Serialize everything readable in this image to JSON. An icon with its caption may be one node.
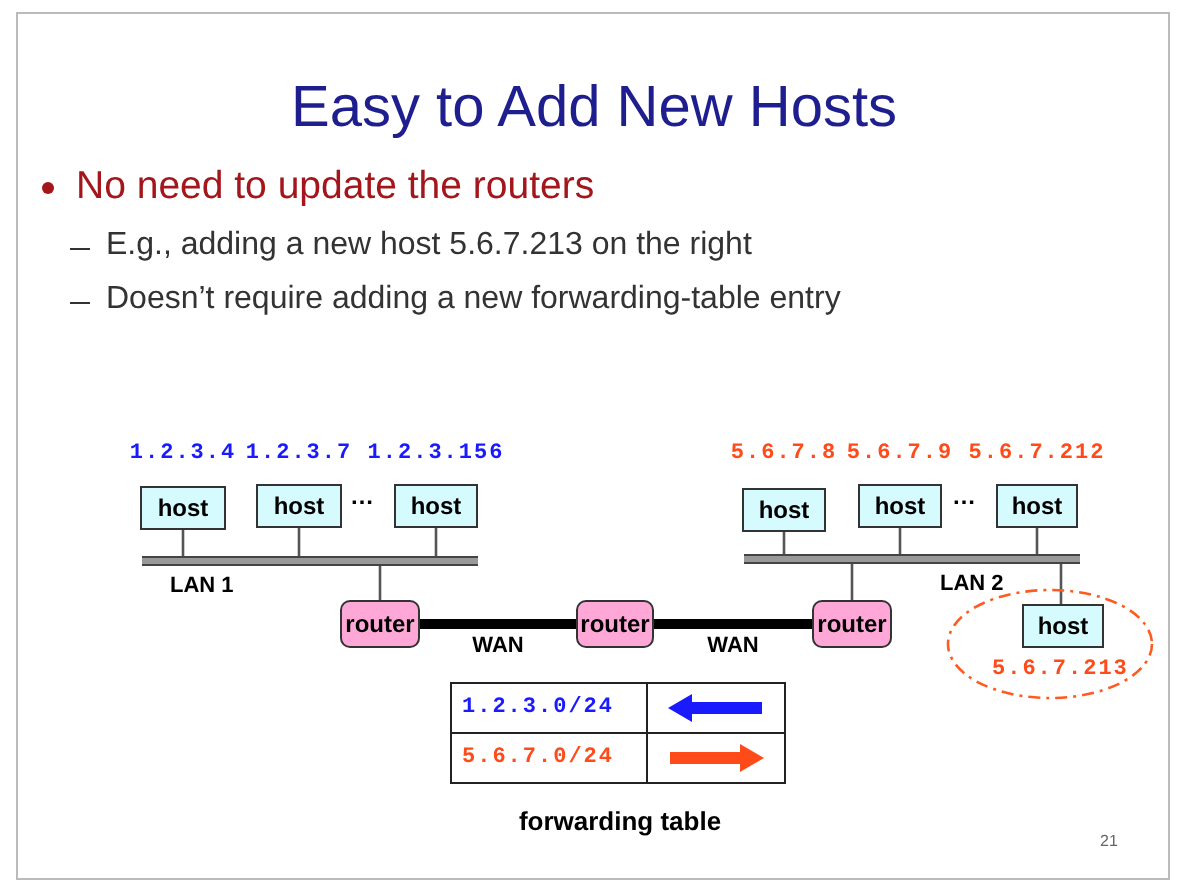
{
  "diagram": {
    "title": "Easy to Add New Hosts",
    "nodes": [
      {
        "text": [
          "host"
        ],
        "beside": [
          "1.2.3.4"
        ]
      },
      {
        "text": [
          "host"
        ],
        "beside": [
          "1.2.3.7"
        ]
      },
      {
        "text": [
          "host"
        ],
        "beside": [
          "1.2.3.156"
        ]
      },
      {
        "text": [
          "LAN 1"
        ]
      },
      {
        "text": [
          "router"
        ]
      },
      {
        "text": [
          "router"
        ]
      },
      {
        "text": [
          "router"
        ]
      },
      {
        "text": [
          "host"
        ],
        "beside": [
          "5.6.7.8"
        ]
      },
      {
        "text": [
          "host"
        ],
        "beside": [
          "5.6.7.9"
        ]
      },
      {
        "text": [
          "host"
        ],
        "beside": [
          "5.6.7.212"
        ]
      },
      {
        "text": [
          "LAN 2"
        ]
      },
      {
        "text": [
          "5.6.7.213"
        ]
      },
      {
        "text": [
          "host"
        ],
        "in": 11
      }
    ],
    "edges": [
      {
        "from": 0,
        "to": 3,
        "arrow": "none"
      },
      {
        "from": 1,
        "to": 3,
        "arrow": "none"
      },
      {
        "from": 2,
        "to": 3,
        "arrow": "none"
      },
      {
        "from": 3,
        "to": 4,
        "arrow": "none"
      },
      {
        "from": 4,
        "to": 5,
        "arrow": "none",
        "label": "WAN",
        "style": "thick"
      },
      {
        "from": 5,
        "to": 6,
        "arrow": "none",
        "label": "WAN",
        "style": "thick"
      },
      {
        "from": 6,
        "to": 10,
        "arrow": "none"
      },
      {
        "from": 7,
        "to": 10,
        "arrow": "none"
      },
      {
        "from": 8,
        "to": 10,
        "arrow": "none"
      },
      {
        "from": 9,
        "to": 10,
        "arrow": "none"
      },
      {
        "from": 10,
        "to": 12,
        "arrow": "none"
      }
    ],
    "labels": [
      "No need to update the routers",
      "E.g., adding a new host 5.6.7.213 on the right",
      "Doesn’t require adding a new forwarding-table entry",
      "…",
      "…",
      "1.2.3.0/24",
      "5.6.7.0/24",
      "forwarding table",
      "21"
    ]
  }
}
